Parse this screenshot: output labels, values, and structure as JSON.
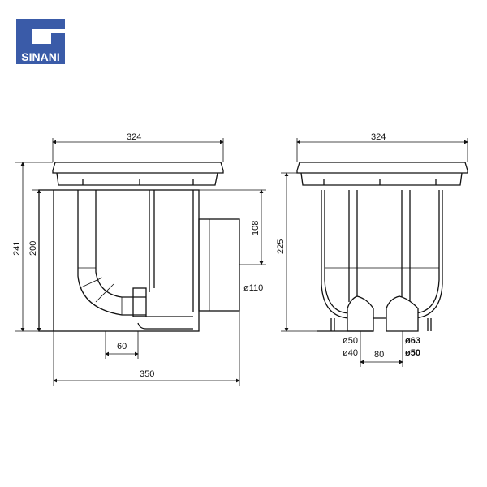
{
  "logo": {
    "text": "SINANI",
    "color": "#3a5ba8"
  },
  "side_view": {
    "dim_lid_width": "324",
    "dim_total_height": "241",
    "dim_body_height": "200",
    "dim_outlet_height": "108",
    "dim_outlet_diameter": "ø110",
    "dim_inlet_offset": "60",
    "dim_total_width": "350"
  },
  "front_view": {
    "dim_lid_width": "324",
    "dim_height": "225",
    "dim_left_outlet_1": "ø50",
    "dim_left_outlet_2": "ø40",
    "dim_right_outlet_1": "ø63",
    "dim_right_outlet_2": "ø50",
    "dim_outlet_spacing": "80"
  }
}
